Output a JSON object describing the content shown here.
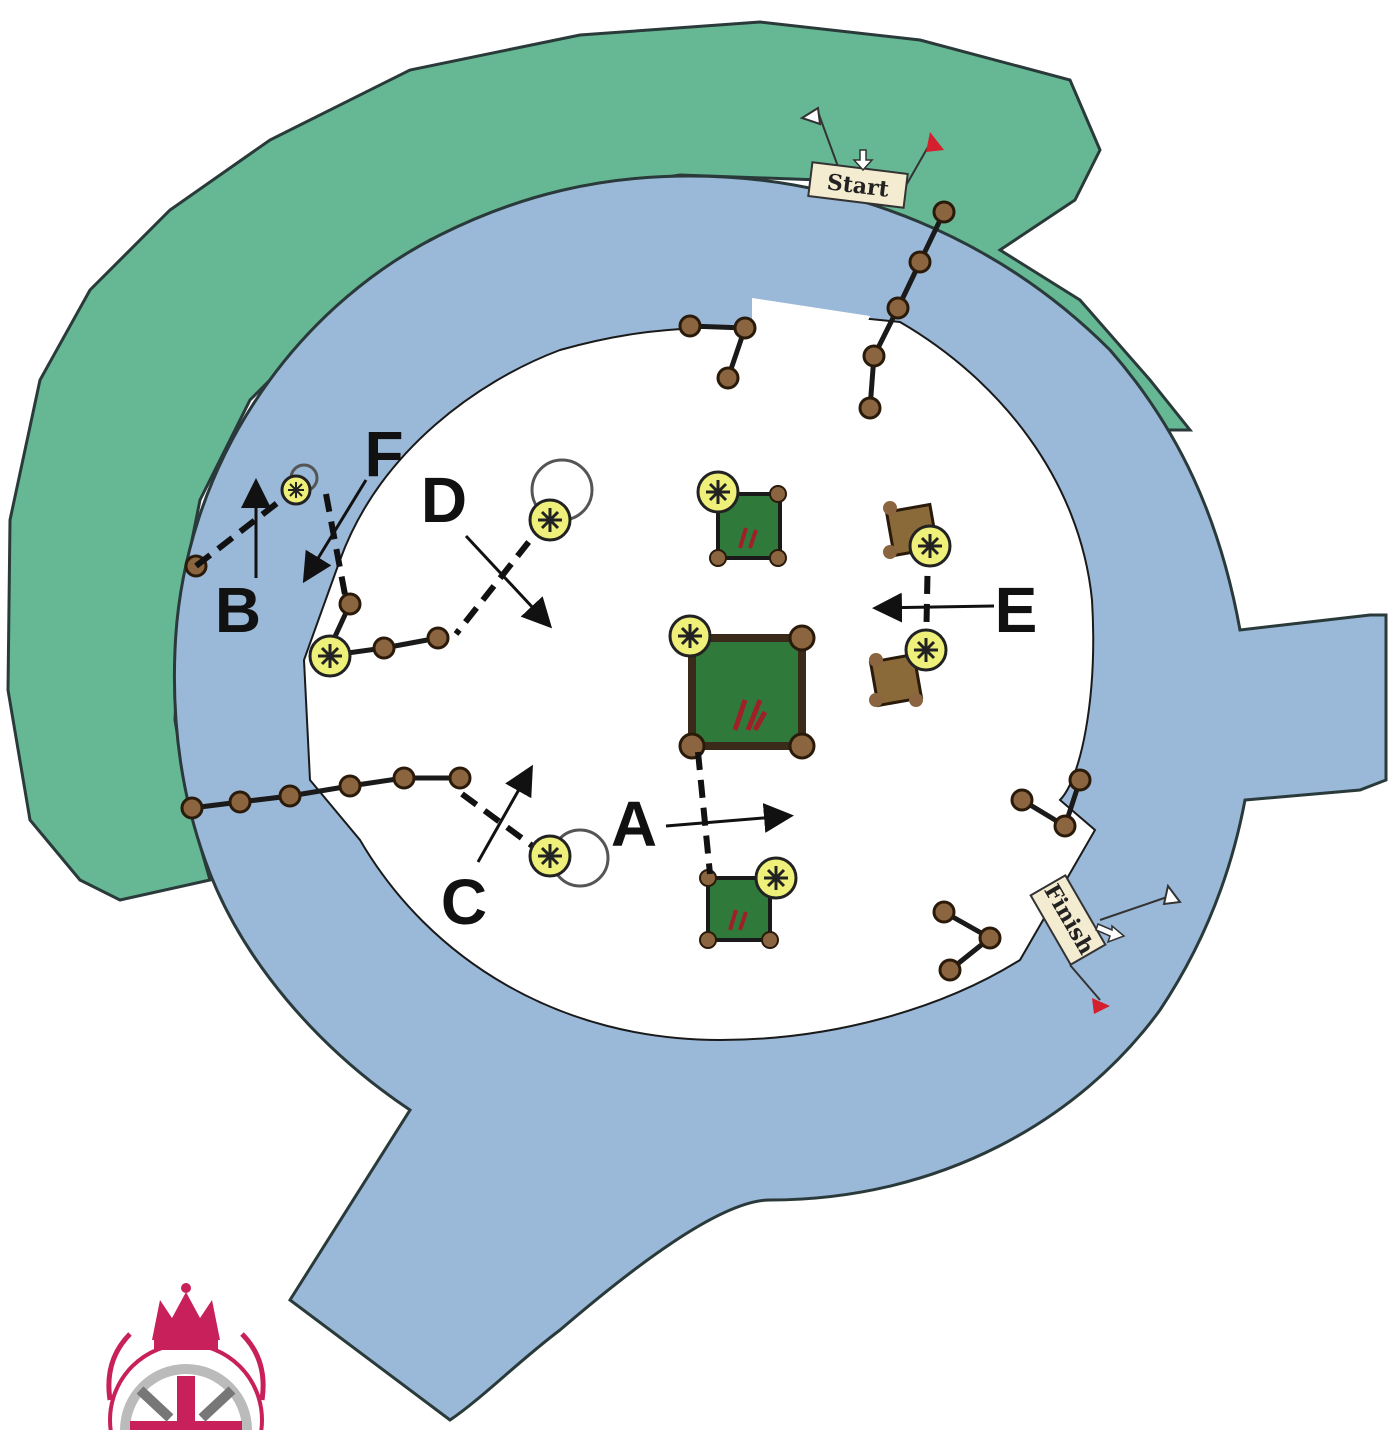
{
  "course": {
    "start_label": "Start",
    "finish_label": "Finish",
    "obstacle_labels": [
      "A",
      "B",
      "C",
      "D",
      "E",
      "F"
    ]
  },
  "colors": {
    "grass": "#66b894",
    "water": "#9ab8d8",
    "arena": "#ffffff",
    "pole": "#8b6440",
    "gate_node": "#eef07a",
    "boulder_green": "#2f7a3a",
    "boulder_brown": "#8b6a3a",
    "flag_red": "#d4202e",
    "emblem": "#c8205a"
  },
  "icons": [
    "start-flag-icon",
    "finish-flag-icon",
    "gate-node-icon",
    "pole-node-icon",
    "crown-emblem-icon"
  ]
}
